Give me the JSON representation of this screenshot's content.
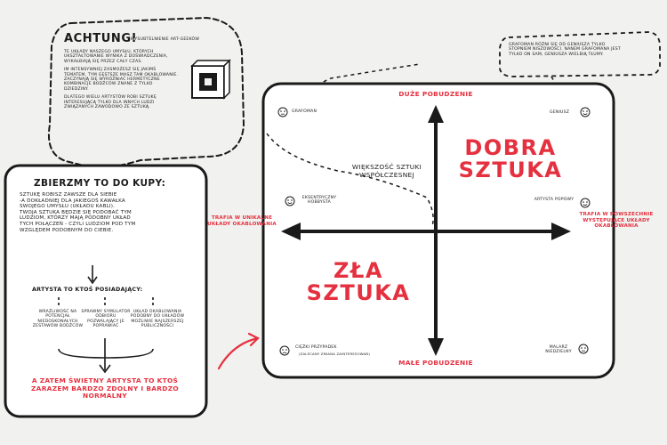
{
  "achtung": {
    "title": "ACHTUNG!",
    "subtitle": "-WYSUBTELNIENIE ART-GEEKÓW",
    "lines": [
      "TE UKŁADY NASZEGO UMYSŁU, KTÓRYCH",
      "UKSZTAŁTOWANIE WYNIKA Z DOŚWIADCZENIA,",
      "WYKAŁBIAJĄ SIĘ PRZEZ CAŁY CZAS.",
      "IM INTENSYWNIEJ ZASMOŻESZ SIĘ JAKIMŚ",
      "TEMATEM, TYM GĘSTSZE MASZ TAM OKABLOWANIE.",
      "ZACZYNAJĄ SIĘ WYRÓŻNIAĆ HERMETYCZNE",
      "KOMBINACJE BODŹCÓW ZNANE Z TYLKO",
      "DZIEDZINY.",
      "DLATEGO WIELU ARTYSTÓW ROBI SZTUKĘ",
      "INTERESUJĄCĄ TYLKO DLA INNYCH LUDZI",
      "ZWIĄZANYCH ZAWODOWO ZE SZTUKĄ."
    ]
  },
  "note": {
    "lines": [
      "GRAFOMAN RÓŻNI SIĘ OD GENIUSZA TYLKO",
      "STOPNIEM NISZOWOŚCI. NANEM GRAFOMANA JEST",
      "TYLKO ON SAM, GENIUSZA WIELBIĄ TŁUMY."
    ]
  },
  "summary": {
    "title": "ZBIERZMY TO DO KUPY:",
    "lines": [
      "SZTUKĘ ROBISZ ZAWSZE DLA SIEBIE",
      "-A DOKŁADNIEJ DLA JAKIEGOŚ KAWAŁKA",
      "SWOJEGO UMYSŁU (UKŁADU KABLI).",
      "TWOJA SZTUKA BĘDZIE SIĘ PODOBAĆ TYM",
      "LUDZIOM, KTÓRZY MAJĄ PODOBNY UKŁAD",
      "TYCH POŁĄCZEŃ - CZYLI LUDZIOM POD TYM",
      "WZGLĘDEM PODOBNYM DO CIEBIE."
    ],
    "artist_heading": "ARTYSTA TO KTOŚ POSIADAJĄCY:",
    "traits": [
      "WRAŻLIWOŚĆ NA POTENCJAŁ NIEDOSKONAŁYCH ZESTAWÓW BODŹCÓW",
      "SPRAWNY SYMULATOR ODBIORU POZWALAJĄCY JE POPRAWIAĆ",
      "UKŁAD OKABLOWANIA PODOBNY DO UKŁADÓW MOŻLIWIE NAJSZERSZEJ PUBLICZNOŚCI"
    ],
    "conclusion": "A ZATEM ŚWIETNY ARTYSTA TO KTOŚ ZARAZEM BARDZO ZDOLNY I BARDZO NORMALNY"
  },
  "quadrant": {
    "top_label": "DUŻE POBUDZENIE",
    "bottom_label": "MAŁE POBUDZENIE",
    "left_label": "TRAFIA W UNIKALNE UKŁADY OKABLOWANIA",
    "right_label": "TRAFIA W POWSZECHNIE WYSTĘPUJĄCE UKŁADY OKABLOWANIA",
    "good_art": "DOBRA SZTUKA",
    "bad_art": "ZŁA SZTUKA",
    "contemporary": "WIĘKSZOŚĆ SZTUKI WSPÓŁCZESNEJ",
    "corners": {
      "top_left": "GRAFOMAN",
      "top_right": "GENIUSZ",
      "mid_left": "EKSENTRYCZNY HOBBYSTA",
      "mid_right": "ARTYSTA POPOWY",
      "bottom_left": "CIĘŻKI PRZYPADEK",
      "bottom_left_note": "(ZALECANY ZMIANA ZAINTERESOWAŃ)",
      "bottom_right": "MALARZ NIEDZIELNY"
    }
  },
  "colors": {
    "red": "#e5303f",
    "ink": "#1a1a1a",
    "paper": "#f1f1ef"
  }
}
